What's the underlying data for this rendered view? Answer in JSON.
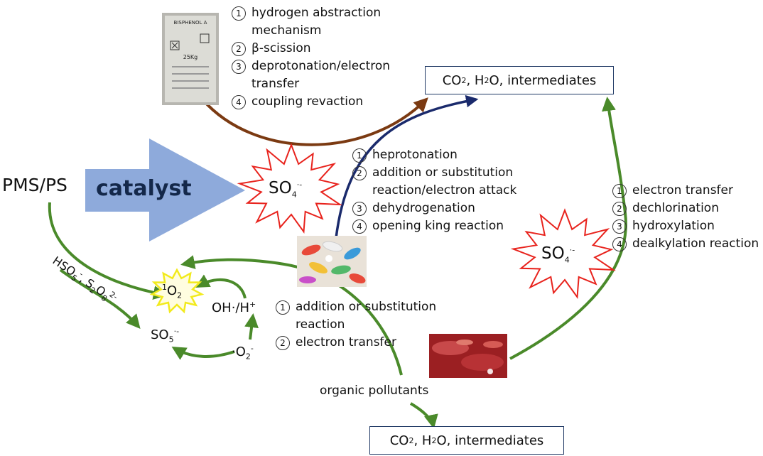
{
  "reactants": {
    "label": "PMS/PS"
  },
  "catalyst": {
    "label": "catalyst"
  },
  "radicals": {
    "sulfate_top": {
      "base": "SO",
      "sub": "4",
      "sup": "·-"
    },
    "sulfate_right": {
      "base": "SO",
      "sub": "4",
      "sup": "·-"
    }
  },
  "anions": {
    "hso5": {
      "base": "HSO",
      "sub": "5",
      "sup": "-"
    },
    "s2o8": {
      "base1": "S",
      "sub1": "2",
      "base2": "O",
      "sub2": "8",
      "sup": "2-"
    },
    "separator": ","
  },
  "species": {
    "singlet_oxygen": {
      "sup": "1",
      "base": "O",
      "sub": "2"
    },
    "so5": {
      "base": "SO",
      "sub": "5",
      "sup": "·-"
    },
    "oh_h": {
      "base": "OH·/H",
      "sup": "+"
    },
    "superoxide": {
      "pre": "·O",
      "sub": "2",
      "sup": "-"
    }
  },
  "products_box": {
    "co": "CO",
    "co_sub": "2",
    "mid": ", H",
    "h_sub": "2",
    "tail": "O, intermediates"
  },
  "organic_pollutants": "organic pollutants",
  "bisphenol_label": {
    "title": "BISPHENOL A",
    "mass": "25Kg"
  },
  "mechanisms": {
    "bisphenol": [
      {
        "num": "1",
        "lines": [
          "hydrogen abstraction",
          "mechanism"
        ]
      },
      {
        "num": "2",
        "lines": [
          "β-scission"
        ]
      },
      {
        "num": "3",
        "lines": [
          "deprotonation/electron",
          "transfer"
        ]
      },
      {
        "num": "4",
        "lines": [
          "coupling revaction"
        ]
      }
    ],
    "pharma": [
      {
        "num": "1",
        "lines": [
          "heprotonation"
        ]
      },
      {
        "num": "2",
        "lines": [
          "addition or substitution",
          "reaction/electron attack"
        ]
      },
      {
        "num": "3",
        "lines": [
          "dehydrogenation"
        ]
      },
      {
        "num": "4",
        "lines": [
          "opening king reaction"
        ]
      }
    ],
    "dye": [
      {
        "num": "1",
        "lines": [
          "electron transfer"
        ]
      },
      {
        "num": "2",
        "lines": [
          "dechlorination"
        ]
      },
      {
        "num": "3",
        "lines": [
          "hydroxylation"
        ]
      },
      {
        "num": "4",
        "lines": [
          "dealkylation reaction"
        ]
      }
    ],
    "singlet": [
      {
        "num": "1",
        "lines": [
          "addition or substitution",
          "reaction"
        ]
      },
      {
        "num": "2",
        "lines": [
          "electron transfer"
        ]
      }
    ]
  },
  "colors": {
    "green_arrow": "#4a8a2a",
    "brown_arrow": "#7b3a12",
    "navy_arrow": "#1a2a6c",
    "big_arrow": "#8eaadb",
    "star_stroke": "#e8231d",
    "singlet_star": "#f2ea1d",
    "box_border": "#1f3864"
  }
}
